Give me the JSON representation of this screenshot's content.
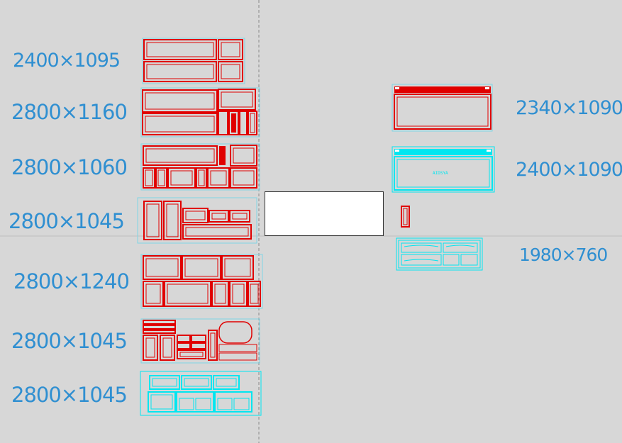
{
  "drawing": {
    "colors": {
      "background": "#d7d7d7",
      "red_lines": "#e00000",
      "cyan_lines": "#00e6f0",
      "guide_lines": "#7fd6e6",
      "dimension_text": "#2f8fd1"
    },
    "left_labels": [
      "2400×1095",
      "2800×1160",
      "2800×1060",
      "2800×1045",
      "2800×1240",
      "2800×1045",
      "2800×1045"
    ],
    "right_labels": [
      "2340×1090",
      "2400×1090",
      "1980×760"
    ],
    "inner_text": "AIDSYA"
  }
}
